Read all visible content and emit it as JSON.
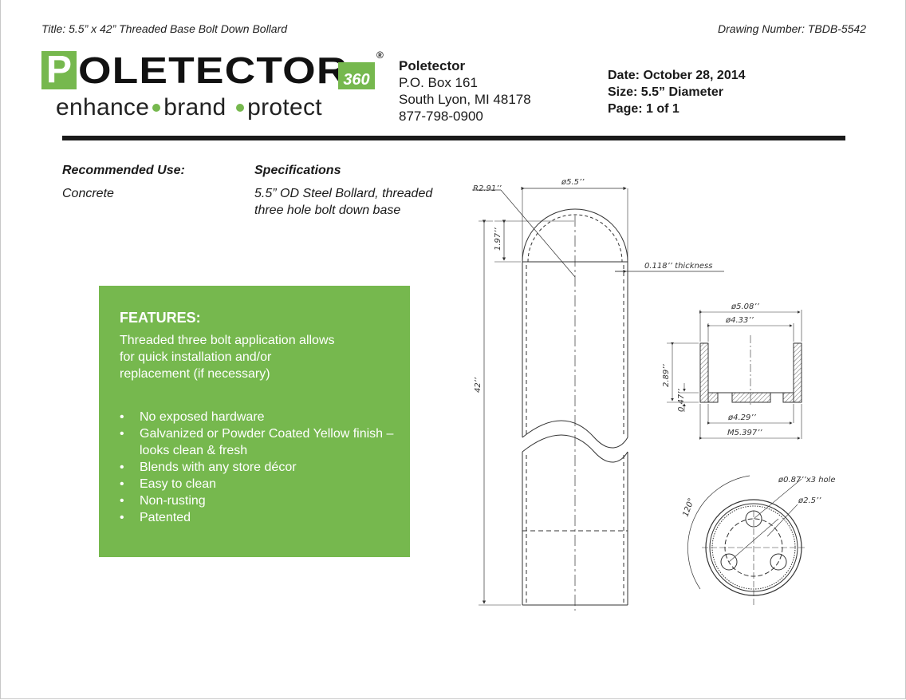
{
  "header": {
    "title_line": "Title: 5.5” x 42” Threaded Base Bolt Down Bollard",
    "drawing_number": "Drawing Number: TBDB-5542"
  },
  "logo": {
    "first_letter": "P",
    "rest": "OLETECTOR",
    "badge": "360",
    "reg": "®",
    "tag_1": "enhance",
    "tag_2": "brand",
    "tag_3": "protect",
    "brand_color": "#76b84e"
  },
  "company": {
    "name": "Poletector",
    "po_box": "P.O. Box 161",
    "city": "South Lyon, MI 48178",
    "phone": "877-798-0900"
  },
  "meta": {
    "date": "Date:  October 28, 2014",
    "size": "Size:  5.5” Diameter",
    "page": "Page:  1 of 1"
  },
  "recommended": {
    "heading": "Recommended Use:",
    "value": "Concrete"
  },
  "specifications": {
    "heading": "Specifications",
    "value": "5.5” OD Steel Bollard, threaded three hole bolt down base"
  },
  "features": {
    "title": "FEATURES:",
    "intro": "Threaded three bolt application allows for quick installation and/or replacement (if necessary)",
    "items": [
      "No exposed hardware",
      "Galvanized or Powder Coated Yellow finish – looks clean & fresh",
      "Blends with any store décor",
      "Easy to clean",
      "Non-rusting",
      "Patented"
    ]
  },
  "drawing": {
    "dims": {
      "radius": "R2.91’’",
      "top_dia": "ø5.5’’",
      "dome_h": "1.97’’",
      "thickness": "0.118’’ thickness",
      "length": "42’’",
      "base_outer": "ø5.08’’",
      "base_inner": "ø4.33’’",
      "base_h": "2.89’’",
      "base_plate": "0.47’’",
      "bore": "ø4.29’’",
      "thread": "M5.397’’",
      "holes": "ø0.87’’x3 hole",
      "bolt_circle": "ø2.5’’",
      "angle": "120°"
    }
  }
}
